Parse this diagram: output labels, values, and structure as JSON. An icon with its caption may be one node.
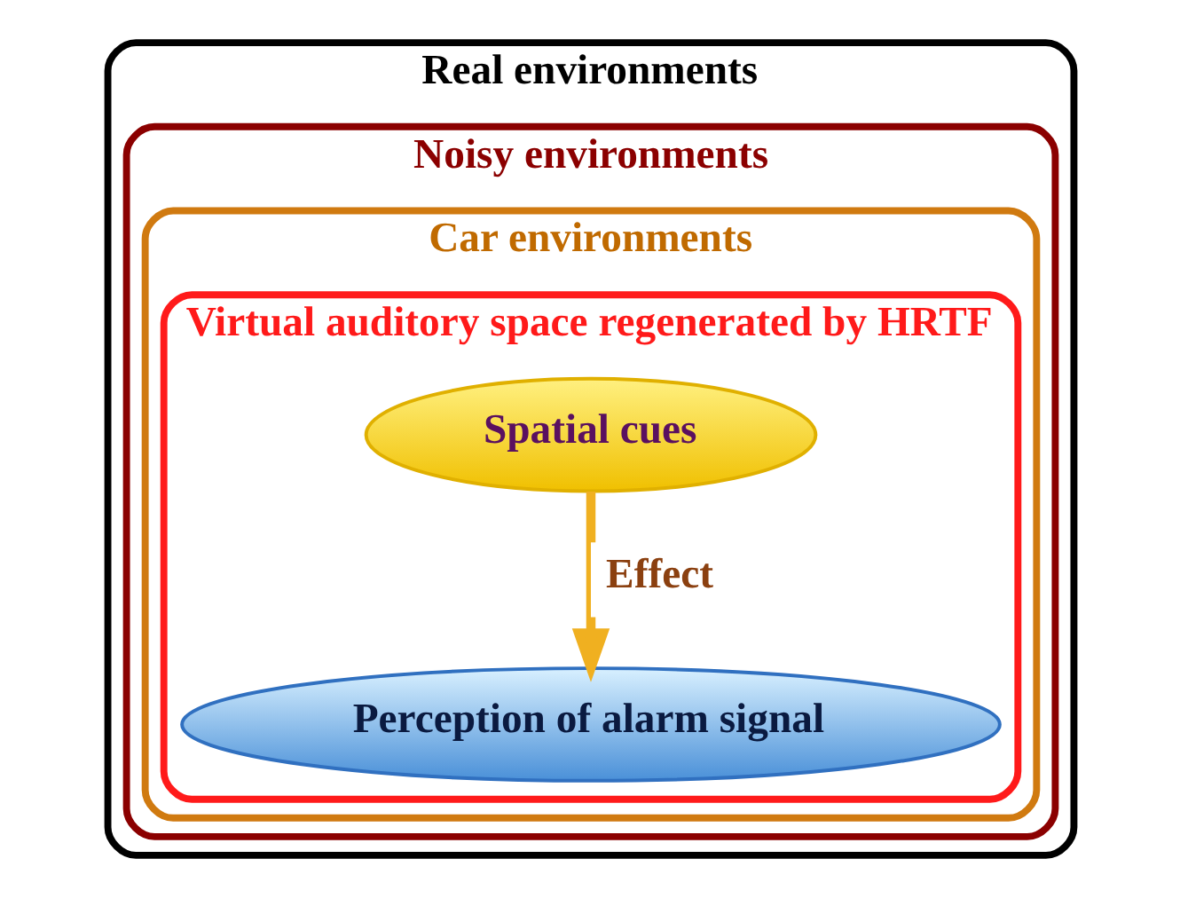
{
  "diagram": {
    "nodes": [
      {
        "text": [
          "Real environments"
        ]
      },
      {
        "text": [
          "Noisy environments"
        ],
        "in": 0
      },
      {
        "text": [
          "Car environments"
        ],
        "in": 1
      },
      {
        "text": [
          "Virtual auditory space regenerated by HRTF"
        ],
        "in": 2
      },
      {
        "text": [
          "Spatial cues"
        ],
        "in": 3
      },
      {
        "text": [
          "Perception of alarm signal"
        ],
        "in": 3
      }
    ],
    "edges": [
      {
        "from": 4,
        "to": 5,
        "arrow": "to",
        "label": "Effect"
      }
    ]
  }
}
